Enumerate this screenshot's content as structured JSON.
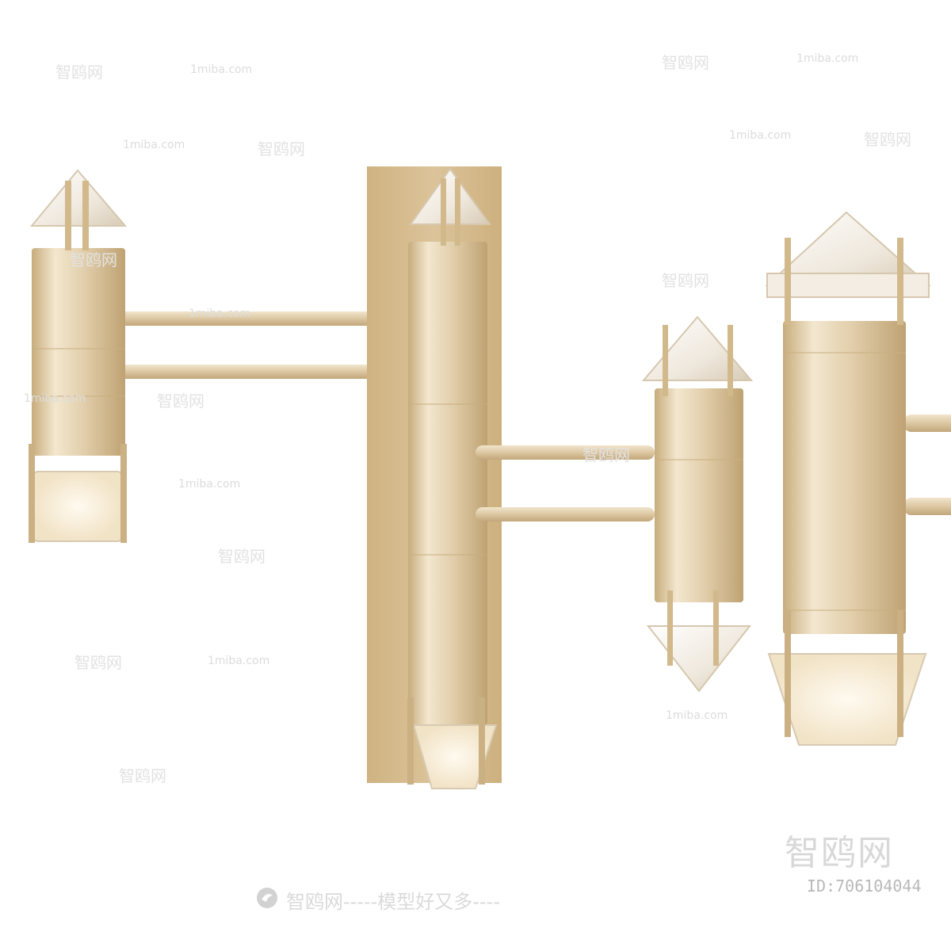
{
  "watermarks": {
    "site": "1miba.com",
    "brand_cn": "智鸥网",
    "big_brand": "智鸥网",
    "id_text": "ID:706104044",
    "slogan": "智鸥网-----模型好又多----"
  },
  "colors": {
    "brass_light": "#efe3cc",
    "brass_mid": "#d9c29a",
    "brass_dark": "#b99d6e",
    "backplate": "#d6bc8e",
    "crystal": "#f6f2ec",
    "glow": "#fff5df"
  }
}
